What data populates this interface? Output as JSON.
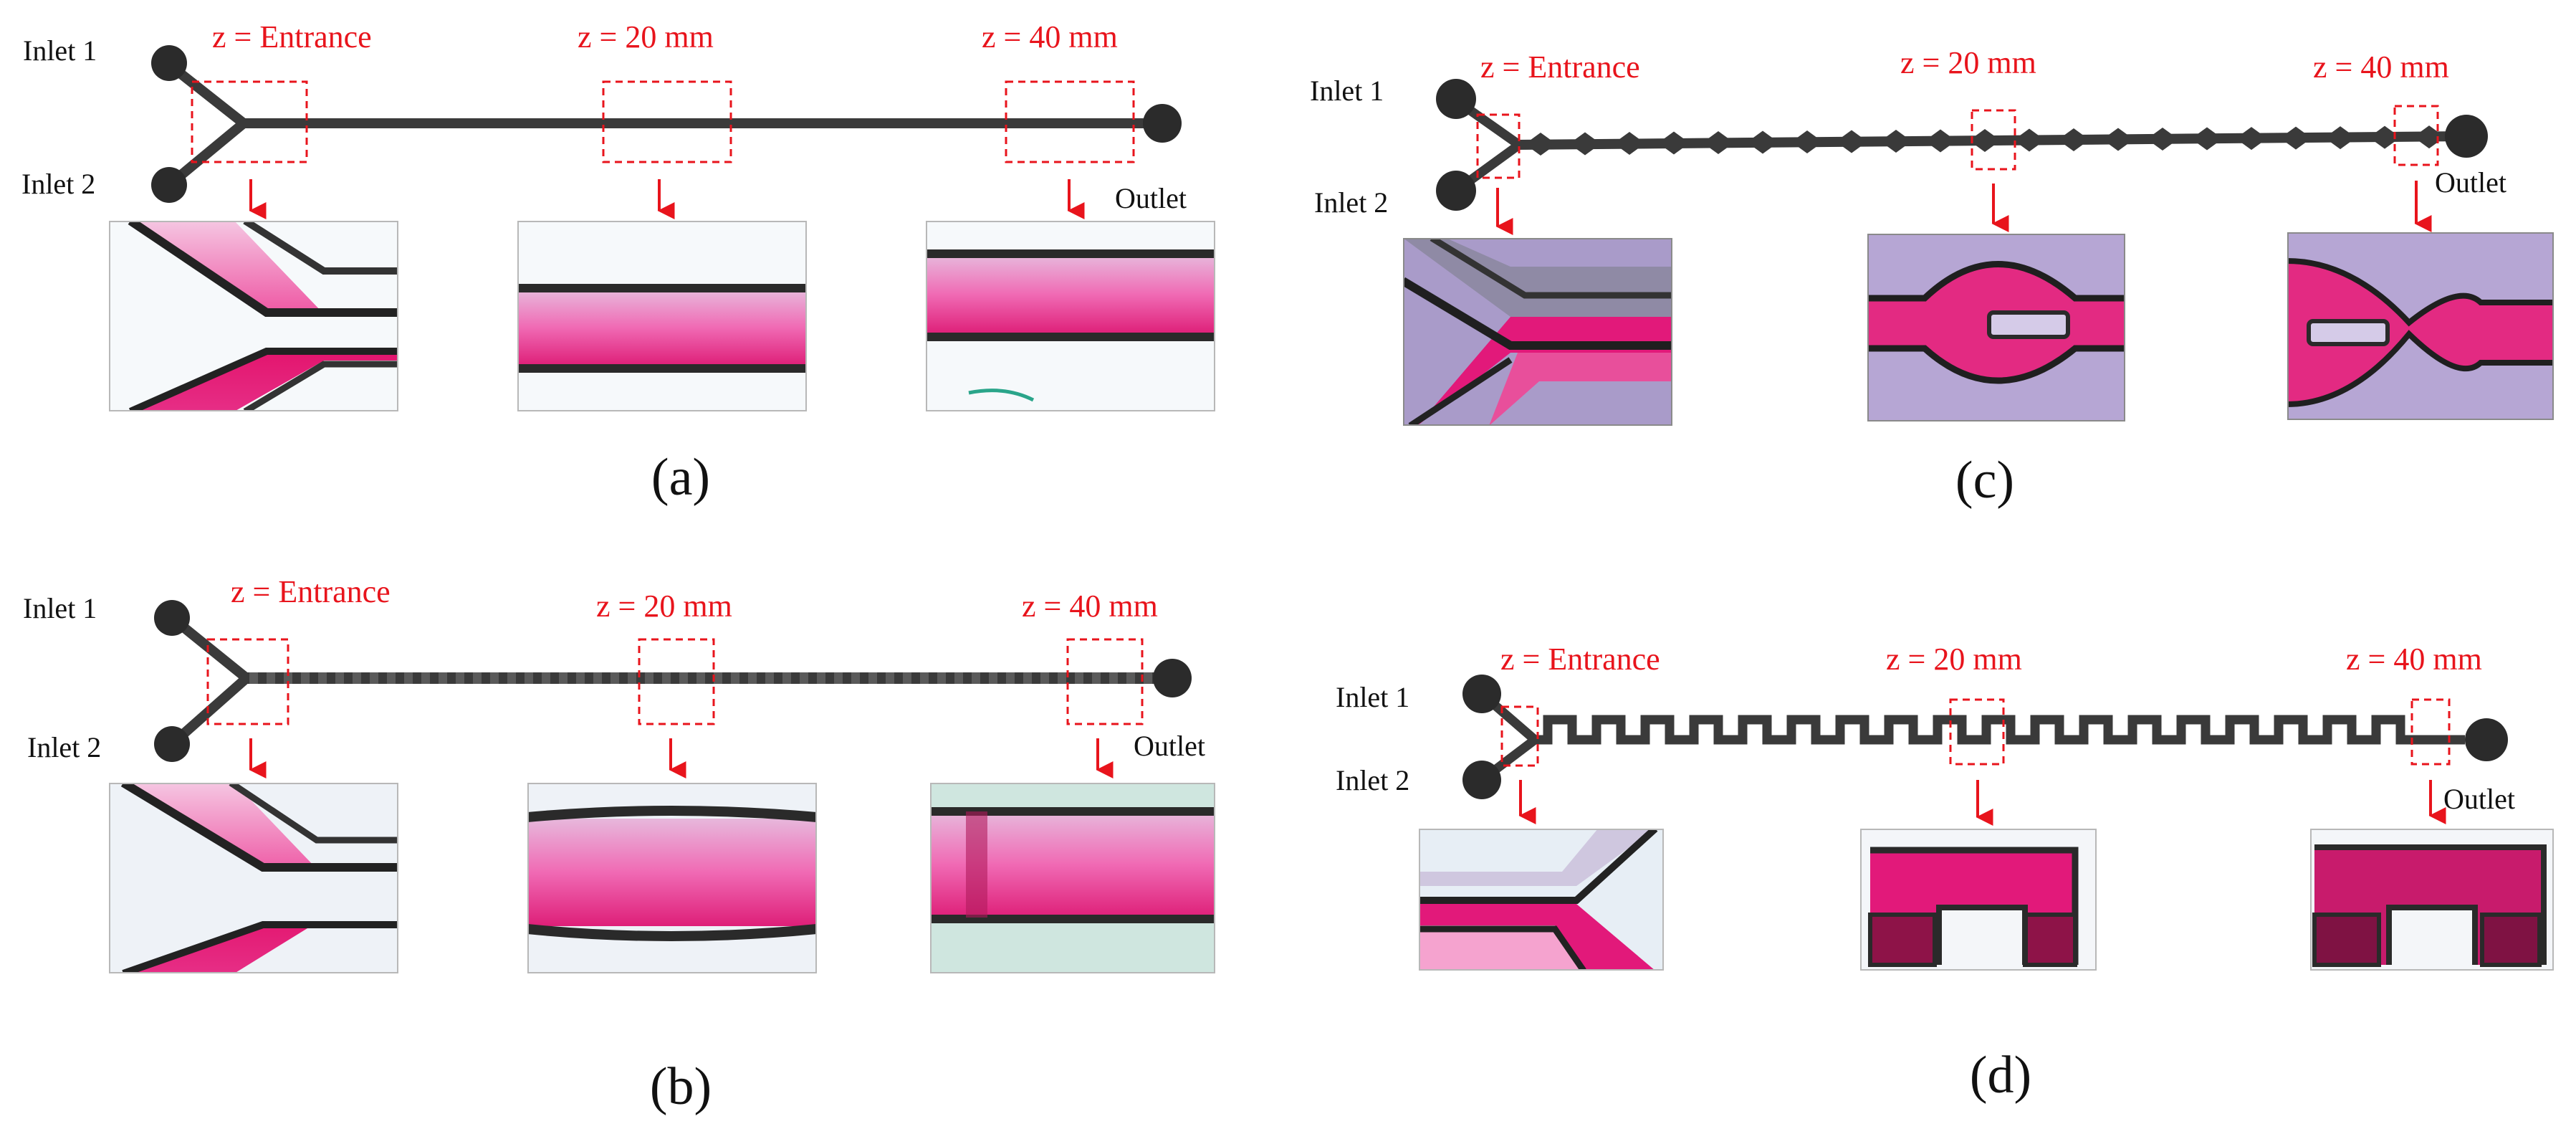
{
  "colors": {
    "channel": "#3a3a3a",
    "annotation": "#e8141c",
    "fluid_pink": "#e8287a",
    "fluid_light": "#f3b8dc",
    "photo_bg": "#f6f9fb",
    "photo_bg_violet": "#b6a6d4"
  },
  "panels": [
    {
      "id": "a",
      "caption": "(a)",
      "channel_type": "straight",
      "inlet1": "Inlet 1",
      "inlet2": "Inlet 2",
      "outlet": "Outlet",
      "z_labels": [
        "z = Entrance",
        "z = 20 mm",
        "z = 40 mm"
      ]
    },
    {
      "id": "b",
      "caption": "(b)",
      "channel_type": "straight-segmented",
      "inlet1": "Inlet 1",
      "inlet2": "Inlet 2",
      "outlet": "Outlet",
      "z_labels": [
        "z = Entrance",
        "z = 20 mm",
        "z = 40 mm"
      ]
    },
    {
      "id": "c",
      "caption": "(c)",
      "channel_type": "diamond-chambers",
      "inlet1": "Inlet 1",
      "inlet2": "Inlet 2",
      "outlet": "Outlet",
      "z_labels": [
        "z = Entrance",
        "z = 20 mm",
        "z = 40 mm"
      ]
    },
    {
      "id": "d",
      "caption": "(d)",
      "channel_type": "square-wave",
      "inlet1": "Inlet 1",
      "inlet2": "Inlet 2",
      "outlet": "Outlet",
      "z_labels": [
        "z = Entrance",
        "z = 20 mm",
        "z = 40 mm"
      ]
    }
  ]
}
